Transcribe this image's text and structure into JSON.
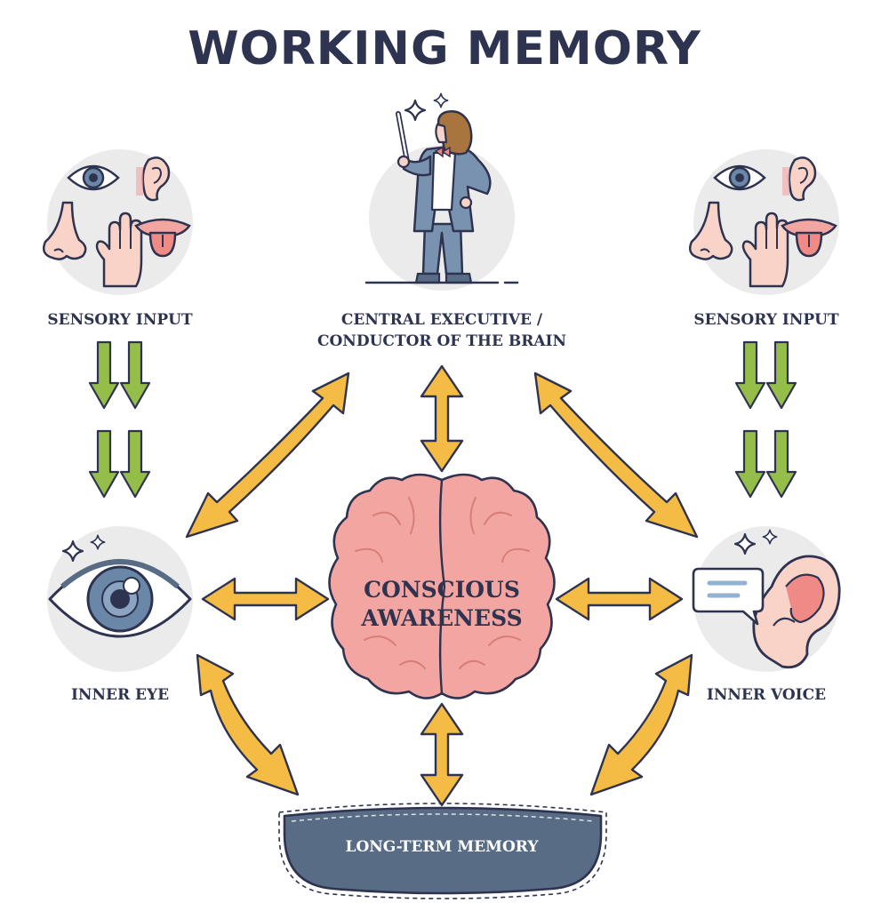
{
  "title": "WORKING MEMORY",
  "nodes": {
    "sensory_input_left": "SENSORY INPUT",
    "sensory_input_right": "SENSORY INPUT",
    "central_executive_line1": "CENTRAL EXECUTIVE /",
    "central_executive_line2": "CONDUCTOR OF THE BRAIN",
    "conscious_line1": "CONSCIOUS",
    "conscious_line2": "AWARENESS",
    "inner_eye": "INNER EYE",
    "inner_voice": "INNER VOICE",
    "long_term_memory": "LONG-TERM MEMORY"
  },
  "colors": {
    "ink": "#2e3350",
    "circle_bg": "#ebebec",
    "arrow_yellow": "#f5bc45",
    "arrow_green": "#94bd4a",
    "brain_pink": "#f3a5a2",
    "skin": "#f9d3c7",
    "ltm_fill": "#586d85"
  },
  "icons": [
    "eye-icon",
    "ear-icon",
    "nose-icon",
    "hand-icon",
    "tongue-icon",
    "conductor-icon",
    "brain-icon",
    "speech-bubble-icon",
    "sparkle-icon"
  ]
}
